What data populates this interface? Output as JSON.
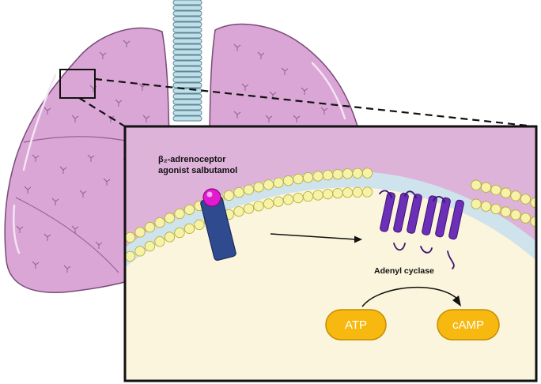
{
  "labels": {
    "agonist_line1": "β₂-adrenoceptor",
    "agonist_line2": "agonist salbutamol",
    "enzyme": "Adenyl cyclase",
    "substrate": "ATP",
    "product": "cAMP"
  },
  "colors": {
    "lung_fill": "#d9a6d6",
    "lung_stroke": "#7a4a78",
    "trachea_fill": "#bfe0ea",
    "membrane_head": "#f6f3a8",
    "membrane_tail": "#cfe3ec",
    "cytoplasm": "#fcf5dd",
    "extracellular": "#ddb3d9",
    "receptor": "#2f4a8f",
    "ligand": "#e21bd2",
    "adenyl_cyclase": "#6b2fb8",
    "molecule_fill": "#f7b90f"
  }
}
